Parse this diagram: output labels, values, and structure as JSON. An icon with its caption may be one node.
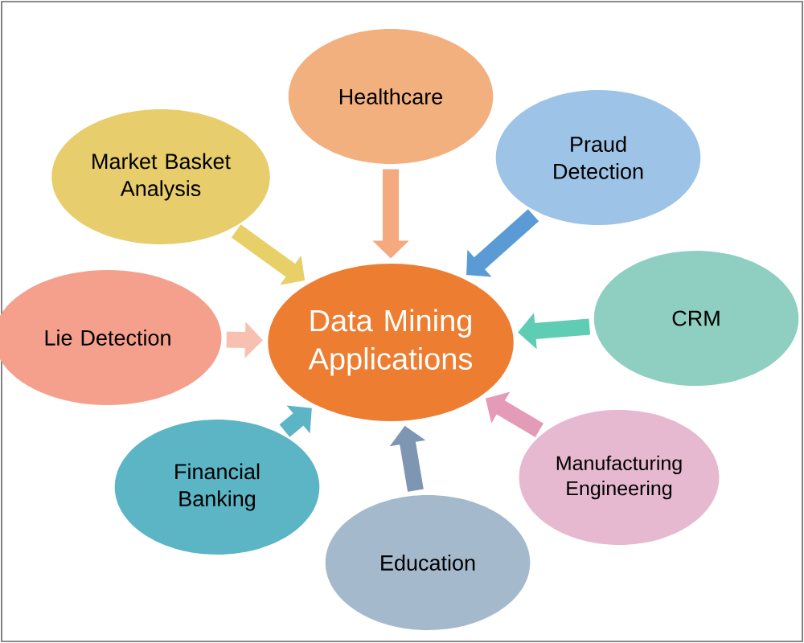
{
  "diagram": {
    "nodes": [
      {
        "text": [
          "Data Mining Applications"
        ]
      },
      {
        "text": [
          "Healthcare"
        ]
      },
      {
        "text": [
          "Praud Detection"
        ]
      },
      {
        "text": [
          "CRM"
        ]
      },
      {
        "text": [
          "Manufacturing Engineering"
        ]
      },
      {
        "text": [
          "Education"
        ]
      },
      {
        "text": [
          "Financial Banking"
        ]
      },
      {
        "text": [
          "Lie Detection"
        ]
      },
      {
        "text": [
          "Market Basket Analysis"
        ]
      }
    ],
    "edges": [
      {
        "from": 1,
        "to": 0,
        "arrow": "to",
        "color": "#f4a97f"
      },
      {
        "from": 2,
        "to": 0,
        "arrow": "to",
        "color": "#5b9bd5"
      },
      {
        "from": 3,
        "to": 0,
        "arrow": "to",
        "color": "#5ecdb4"
      },
      {
        "from": 4,
        "to": 0,
        "arrow": "to",
        "color": "#e39bb8"
      },
      {
        "from": 5,
        "to": 0,
        "arrow": "to",
        "color": "#7f96b2"
      },
      {
        "from": 6,
        "to": 0,
        "arrow": "to",
        "color": "#5bb5c5"
      },
      {
        "from": 7,
        "to": 0,
        "arrow": "to",
        "color": "#f7c0b0"
      },
      {
        "from": 8,
        "to": 0,
        "arrow": "to",
        "color": "#e8d068"
      }
    ]
  }
}
